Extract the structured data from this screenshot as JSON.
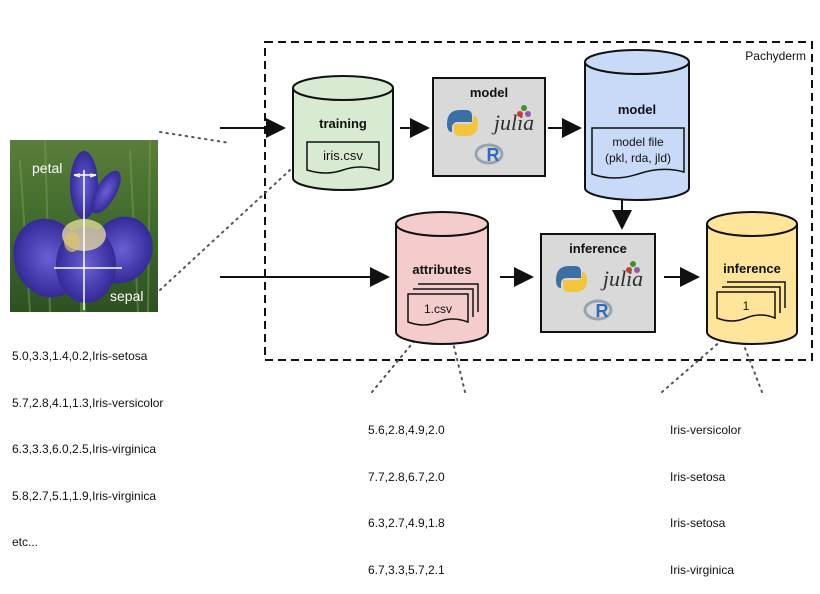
{
  "frame": {
    "label": "Pachyderm"
  },
  "nodes": {
    "training": {
      "title": "training",
      "file": "iris.csv"
    },
    "model_proc": {
      "title": "model",
      "julia": "julia",
      "r": "R"
    },
    "model_store": {
      "title": "model",
      "file_line1": "model file",
      "file_line2": "(pkl, rda, jld)"
    },
    "attributes": {
      "title": "attributes",
      "file": "1.csv"
    },
    "inference_proc": {
      "title": "inference",
      "julia": "julia",
      "r": "R"
    },
    "inference_store": {
      "title": "inference",
      "file": "1"
    }
  },
  "photo": {
    "petal": "petal",
    "sepal": "sepal"
  },
  "training_rows": [
    "5.0,3.3,1.4,0.2,Iris-setosa",
    "5.7,2.8,4.1,1.3,Iris-versicolor",
    "6.3,3.3,6.0,2.5,Iris-virginica",
    "5.8,2.7,5.1,1.9,Iris-virginica",
    "etc..."
  ],
  "attribute_rows": [
    "5.6,2.8,4.9,2.0",
    "7.7,2.8,6.7,2.0",
    "6.3,2.7,4.9,1.8",
    "6.7,3.3,5.7,2.1"
  ],
  "inference_rows": [
    "Iris-versicolor",
    "Iris-setosa",
    "Iris-setosa",
    "Iris-virginica"
  ],
  "colors": {
    "training": "#d9ead3",
    "model_store": "#c9daf8",
    "attributes": "#f4cccc",
    "inference_store": "#ffe599",
    "process": "#d9d9d9",
    "python_blue": "#3b6fa5",
    "python_yellow": "#f2c53d",
    "julia_text": "#2f2f2f",
    "r_blue": "#2e6bbf"
  }
}
